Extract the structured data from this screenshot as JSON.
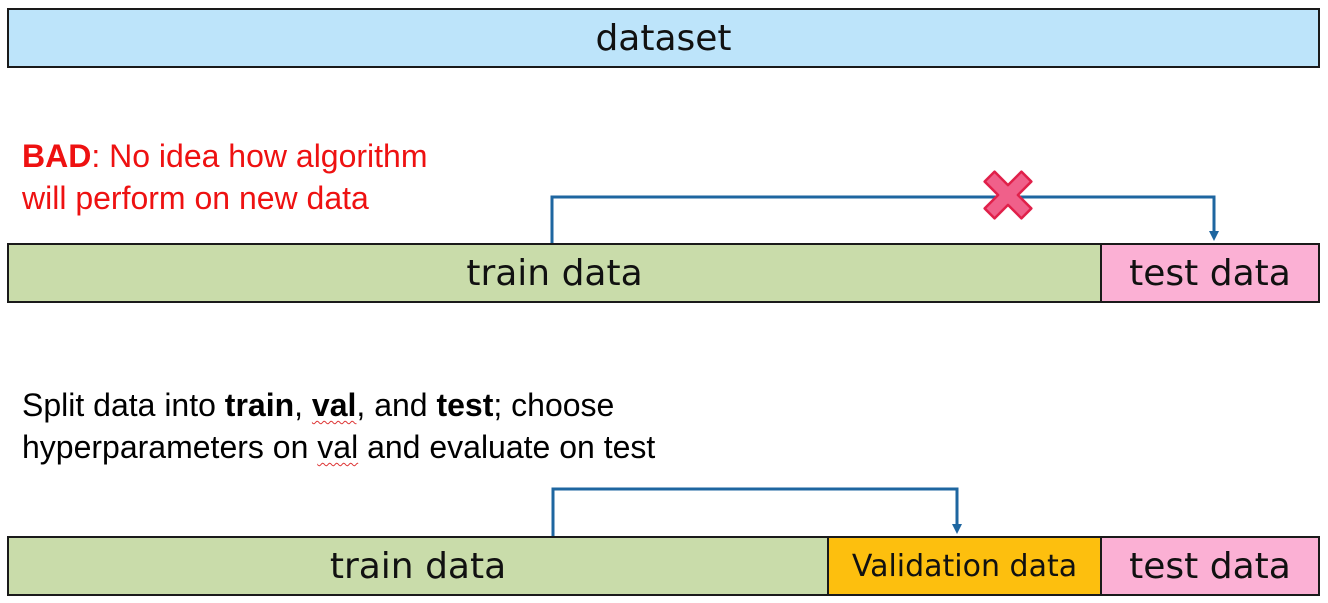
{
  "dataset_label": "dataset",
  "bad_section": {
    "label_bold": "BAD",
    "label_rest": ": No idea how algorithm",
    "line2": "will perform on new data",
    "color": "#ee1111",
    "bars": {
      "train": "train data",
      "test": "test data"
    }
  },
  "good_section": {
    "line1_prefix": "Split data into ",
    "train_word": "train",
    "comma1": ", ",
    "val_word": "val",
    "comma2": ", and ",
    "test_word": "test",
    "line1_suffix": "; choose",
    "line2_prefix": "hyperparameters on ",
    "line2_val": "val",
    "line2_suffix": " and evaluate on test",
    "bars": {
      "train": "train data",
      "validation": "Validation data",
      "test": "test data"
    }
  },
  "colors": {
    "dataset": "#bde4fa",
    "train": "#c9dcaa",
    "test": "#fbb0d4",
    "validation": "#fdbf0e",
    "arrow": "#1e66a0",
    "cross_fill": "#f0608a",
    "cross_stroke": "#e0204a"
  },
  "icons": {
    "blocked_arrow": "cross-icon"
  }
}
